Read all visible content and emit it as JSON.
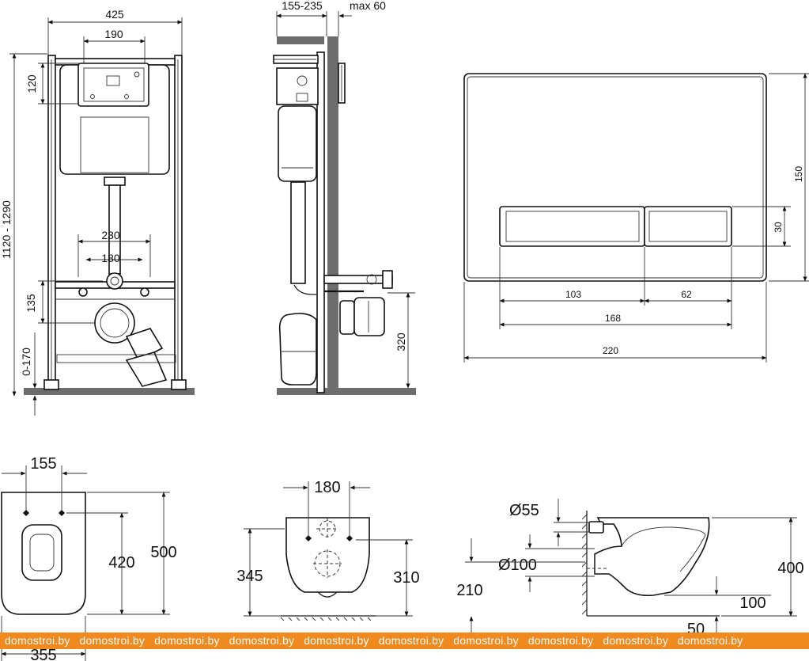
{
  "frame_front": {
    "width": "425",
    "button_width": "190",
    "button_height": "120",
    "total_height": "1120 - 1290",
    "stud_spacing_outer": "230",
    "stud_spacing_inner": "180",
    "outlet_height": "135",
    "leg_adjust": "0-170"
  },
  "frame_side": {
    "depth": "155-235",
    "max_wall": "max 60",
    "drain_height": "320"
  },
  "flush_plate": {
    "height": "150",
    "button_height": "30",
    "button_left": "103",
    "button_right": "62",
    "buttons_total": "168",
    "width": "220"
  },
  "bowl_top": {
    "hole_spacing": "155",
    "hole_offset": "420",
    "length": "500",
    "width": "355"
  },
  "bowl_back": {
    "hole_spacing": "180",
    "left_height": "345",
    "right_height": "310"
  },
  "bowl_side": {
    "inlet_diameter": "Ø55",
    "outlet_diameter": "Ø100",
    "outlet_height": "210",
    "bowl_height": "400",
    "rim_offset": "100",
    "floor_offset": "50"
  },
  "watermark": {
    "items": [
      "domostroi.by",
      "domostroi.by",
      "domostroi.by",
      "domostroi.by",
      "domostroi.by",
      "domostroi.by",
      "domostroi.by",
      "domostroi.by",
      "domostroi.by",
      "domostroi.by"
    ]
  }
}
